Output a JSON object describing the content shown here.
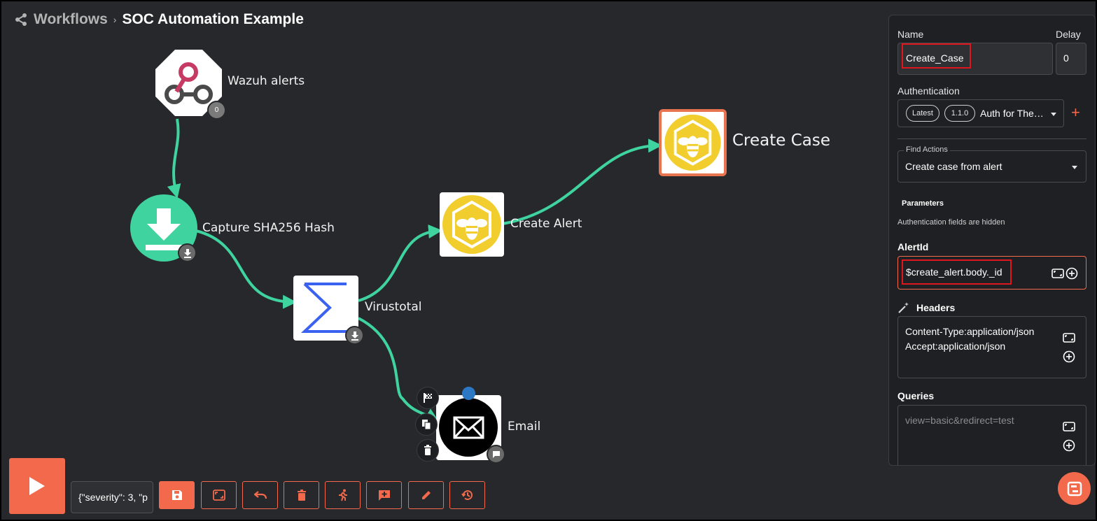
{
  "breadcrumb": {
    "root": "Workflows",
    "separator": "›",
    "title": "SOC Automation Example"
  },
  "nodes": {
    "wazuh": {
      "label": "Wazuh alerts",
      "badge": "0"
    },
    "capture": {
      "label": "Capture SHA256 Hash"
    },
    "virustotal": {
      "label": "Virustotal"
    },
    "create_alert": {
      "label": "Create Alert"
    },
    "create_case": {
      "label": "Create Case"
    },
    "email": {
      "label": "Email"
    }
  },
  "toolbar": {
    "execution_argument": "{\"severity\": 3, \"p",
    "buttons": [
      "save-icon",
      "fullscreen-icon",
      "undo-icon",
      "delete-icon",
      "run-walk-icon",
      "comment-add-icon",
      "edit-icon",
      "history-icon"
    ]
  },
  "panel": {
    "name_label": "Name",
    "name_value": "Create_Case",
    "delay_label": "Delay",
    "delay_value": "0",
    "auth_label": "Authentication",
    "auth_pill_latest": "Latest",
    "auth_pill_version": "1.1.0",
    "auth_value": "Auth for The…",
    "find_actions_label": "Find Actions",
    "find_actions_value": "Create case from alert",
    "parameters_title": "Parameters",
    "auth_hidden_note": "Authentication fields are hidden",
    "alertid_label": "AlertId",
    "alertid_value": "$create_alert.body._id",
    "headers_label": "Headers",
    "headers_line1": "Content-Type:application/json",
    "headers_line2": "Accept:application/json",
    "queries_label": "Queries",
    "queries_placeholder": "view=basic&redirect=test"
  },
  "colors": {
    "accent": "#f26a4b",
    "edge": "#3fd3a0",
    "highlight": "#e0161e",
    "thehive_yellow": "#f2cd2e",
    "virustotal_blue": "#3b61f0"
  }
}
